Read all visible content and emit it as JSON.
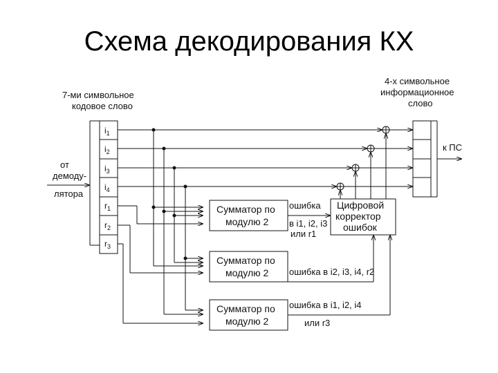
{
  "title": "Схема декодирования КХ",
  "input_word_label": [
    "7-ми символьное",
    "кодовое слово"
  ],
  "output_word_label": [
    "4-х символьное",
    "информационное",
    "слово"
  ],
  "source_label": [
    "от",
    "демоду-",
    "лятора"
  ],
  "output_label": "к ПС",
  "register_cells": [
    {
      "letter": "i",
      "index": "1"
    },
    {
      "letter": "i",
      "index": "2"
    },
    {
      "letter": "i",
      "index": "3"
    },
    {
      "letter": "i",
      "index": "4"
    },
    {
      "letter": "r",
      "index": "1"
    },
    {
      "letter": "r",
      "index": "2"
    },
    {
      "letter": "r",
      "index": "3"
    }
  ],
  "adders": [
    {
      "line1": "Сумматор по",
      "line2": "модулю 2"
    },
    {
      "line1": "Сумматор по",
      "line2": "модулю 2"
    },
    {
      "line1": "Сумматор по",
      "line2": "модулю 2"
    }
  ],
  "corrector": [
    "Цифровой",
    "корректор",
    "ошибок"
  ],
  "error_labels": [
    {
      "line1": "ошибка",
      "line2": "в i1, i2, i3",
      "line3": "или  r1"
    },
    {
      "line1": "ошибка  в i2, i3, i4, r2"
    },
    {
      "line1": "ошибка  в  i1, i2, i4",
      "line2": "или  r3"
    }
  ]
}
